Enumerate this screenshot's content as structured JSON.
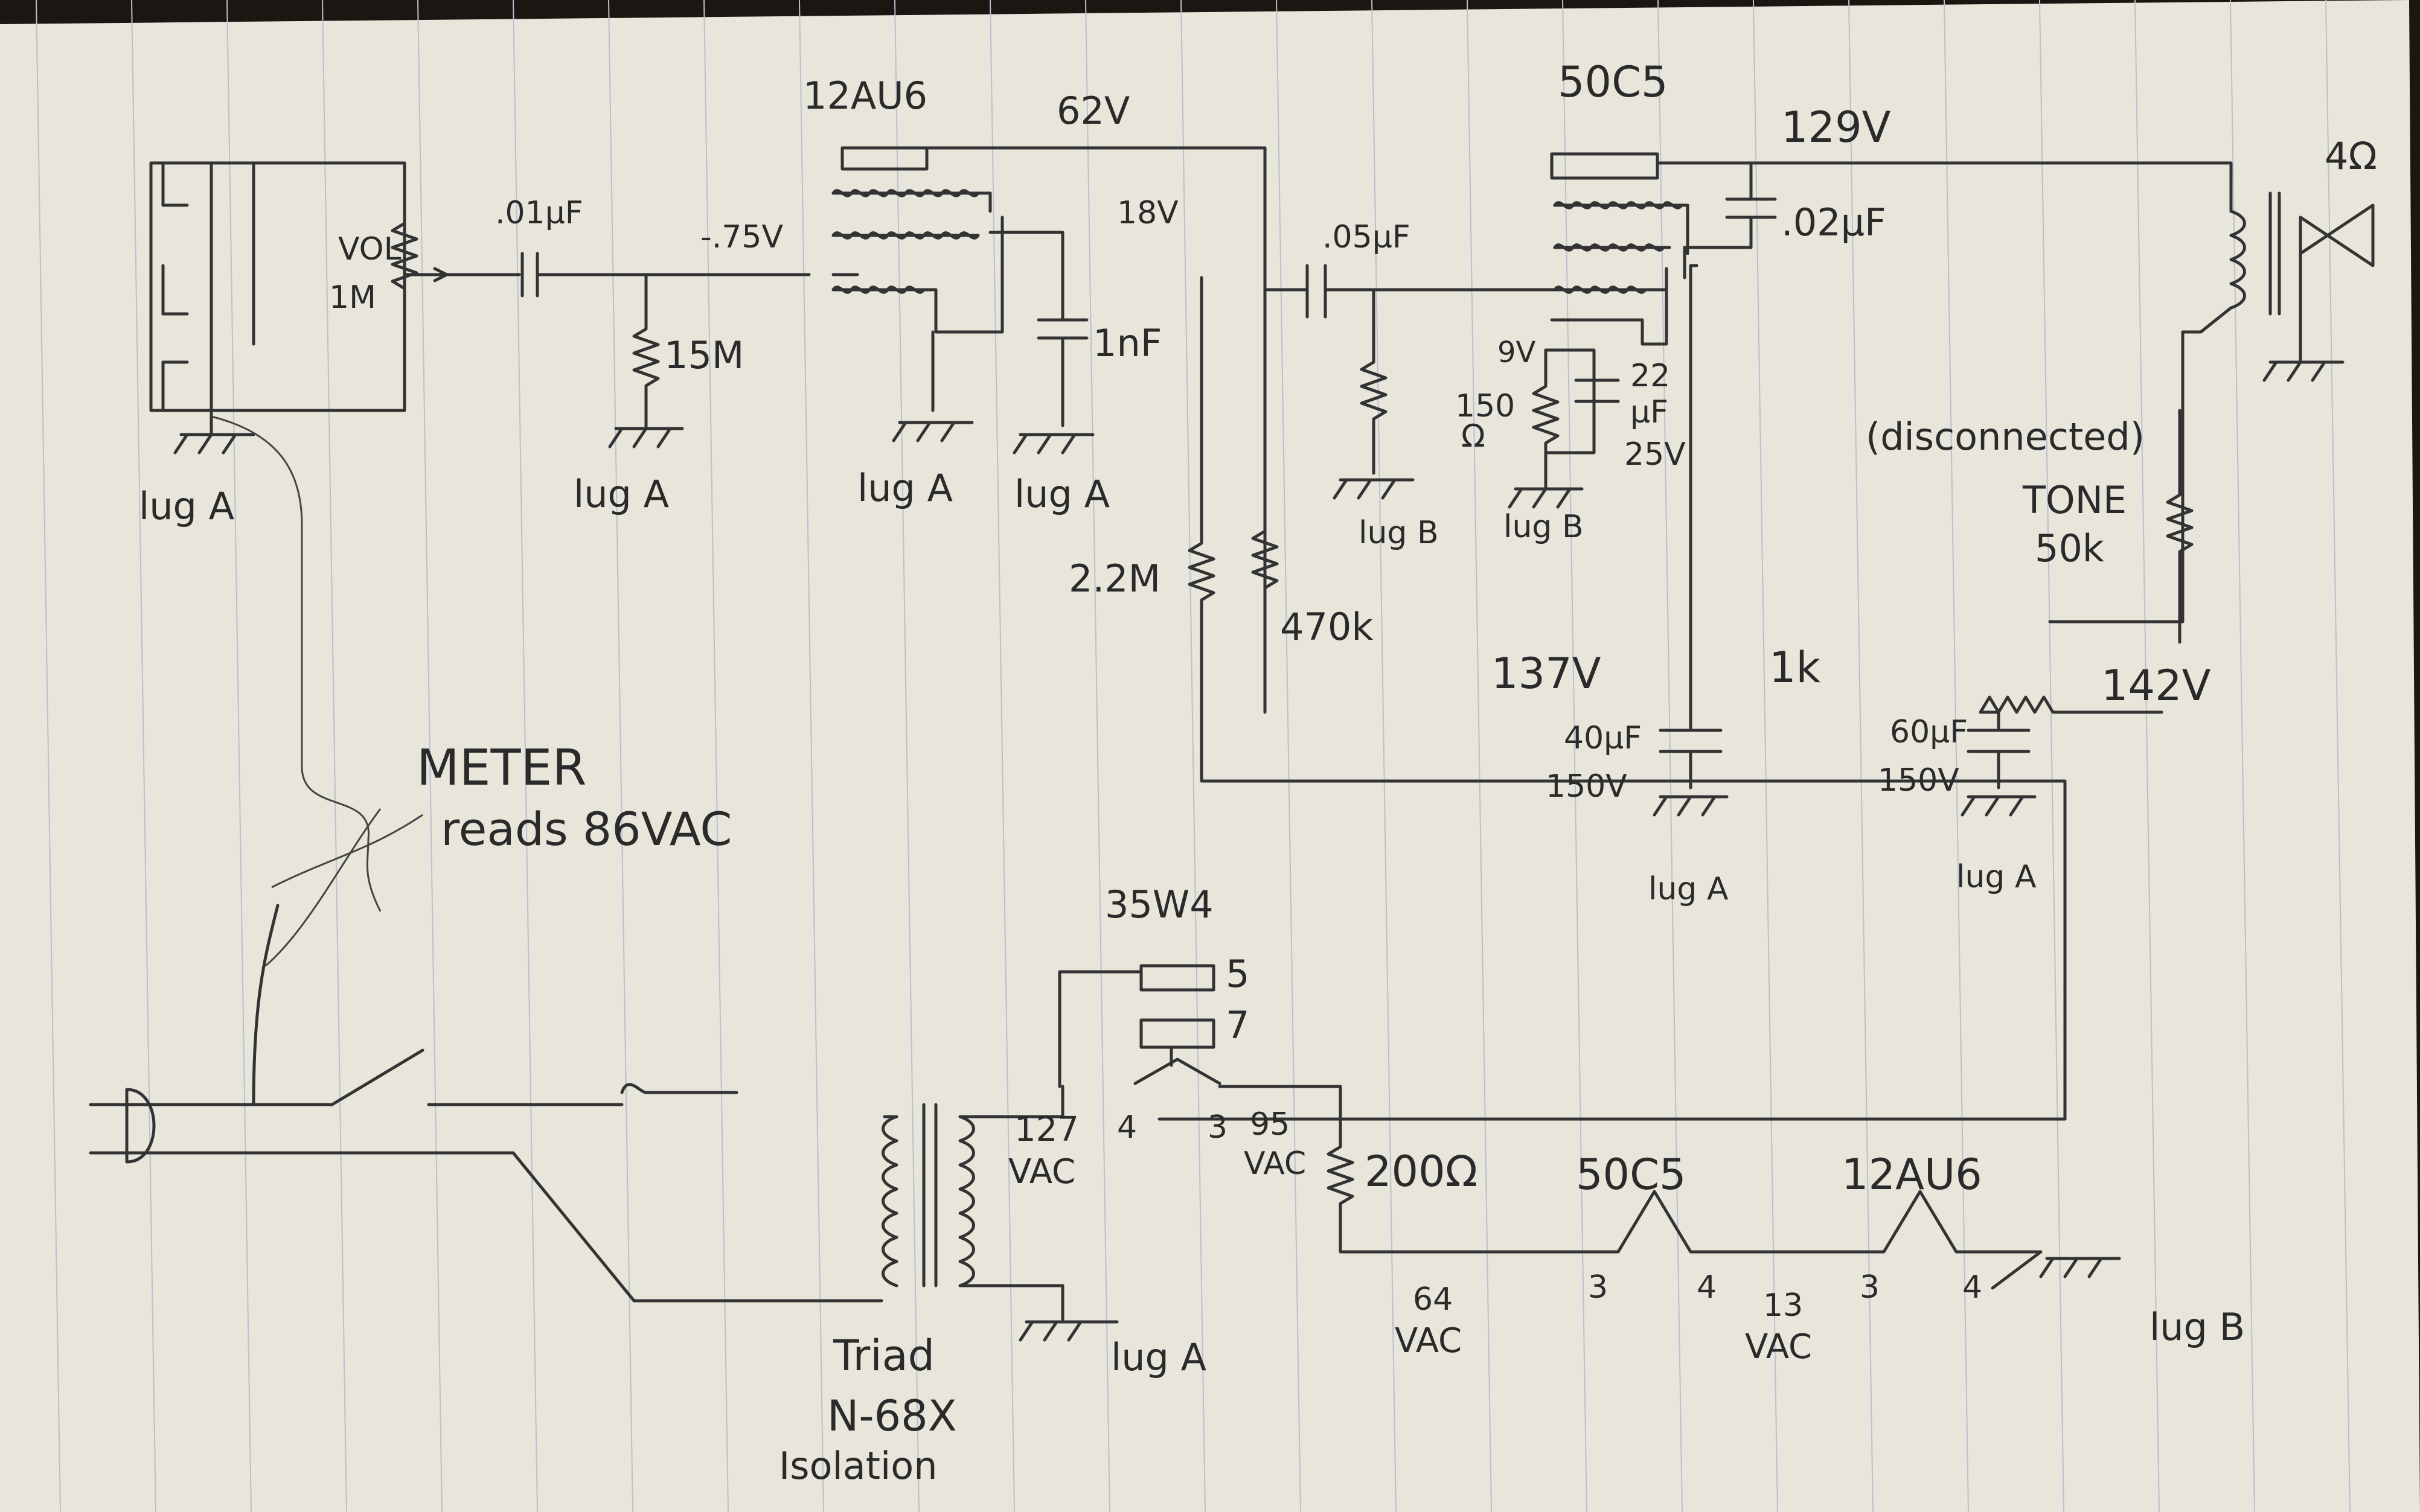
{
  "tubes": {
    "v12au6_top": "12AU6",
    "v50c5_top": "50C5",
    "v35w4": "35W4",
    "v50c5_fil": "50C5",
    "v12au6_fil": "12AU6"
  },
  "voltages": {
    "v62": "62V",
    "v18": "18V",
    "vneg075": "-.75V",
    "v129": "129V",
    "v9": "9V",
    "v137": "137V",
    "v142": "142V"
  },
  "components": {
    "cap_01": ".01μF",
    "vol_a": "VOL",
    "vol_b": "1M",
    "r_15m": "15M",
    "cap_1nf": "1nF",
    "cap_05": ".05μF",
    "cap_02": ".02μF",
    "speaker": "4Ω",
    "r_22m": "2.2M",
    "r_470k": "470k",
    "r_150_a": "150",
    "r_150_b": "Ω",
    "cap_22_a": "22",
    "cap_22_b": "μF",
    "cap_22_c": "25V",
    "disconnected": "(disconnected)",
    "tone_a": "TONE",
    "tone_b": "50k",
    "r_1k": "1k",
    "cap_40_a": "40μF",
    "cap_40_b": "150V",
    "cap_60_a": "60μF",
    "cap_60_b": "150V",
    "r_200": "200Ω",
    "pin5": "5",
    "pin7": "7"
  },
  "grounds": {
    "lug_a1": "lug A",
    "lug_a2": "lug A",
    "lug_a3": "lug A",
    "lug_a4": "lug A",
    "lug_b1": "lug B",
    "lug_b2": "lug B",
    "lug_a5": "lug A",
    "lug_a6": "lug A",
    "lug_a7": "lug A",
    "lug_b3": "lug B"
  },
  "meter": {
    "title": "METER",
    "reading": "reads 86VAC"
  },
  "transformer": {
    "line1": "Triad",
    "line2": "N-68X",
    "line3": "Isolation"
  },
  "heater": {
    "v127_a": "127",
    "v127_b": "VAC",
    "tap4": "4",
    "tap3": "3",
    "v95_a": "95",
    "v95_b": "VAC",
    "v64_a": "64",
    "v64_b": "VAC",
    "pin3a": "3",
    "pin4a": "4",
    "v13_a": "13",
    "v13_b": "VAC",
    "pin3b": "3",
    "pin4b": "4"
  },
  "colors": {
    "paper": "#e9e6dc",
    "ink": "#333333",
    "rule": "#b7c1d0"
  }
}
